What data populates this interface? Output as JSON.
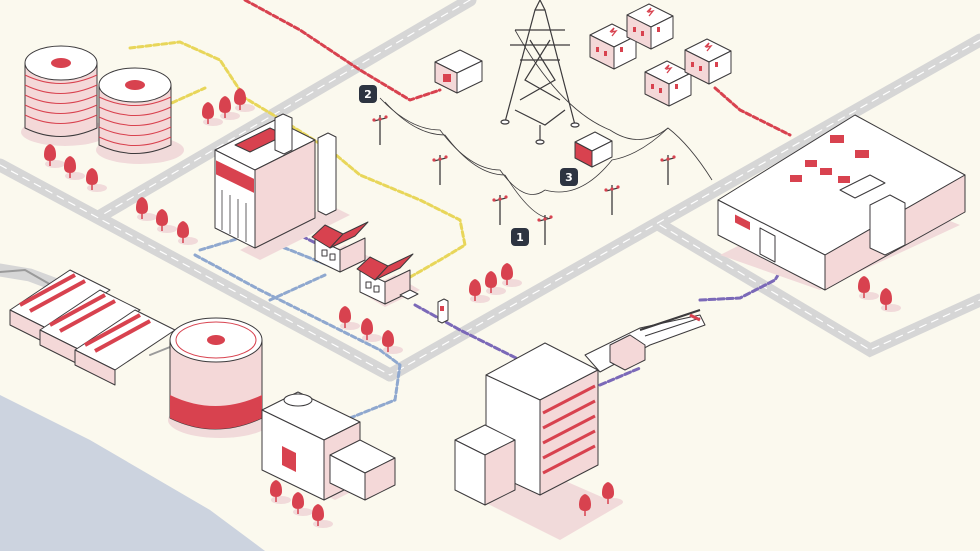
{
  "markers": [
    {
      "id": "marker-1",
      "label": "1"
    },
    {
      "id": "marker-2",
      "label": "2"
    },
    {
      "id": "marker-3",
      "label": "3"
    }
  ],
  "colors": {
    "background": "#fbf9ee",
    "road": "#d6d6d6",
    "road_dash": "#ffffff",
    "water": "#ccd3df",
    "accent_red": "#d8424f",
    "light_pink": "#f4d8d8",
    "mid_pink": "#efb7b9",
    "outline": "#3c3a3c",
    "line_yellow": "#e8d65a",
    "line_blue": "#8fa8cf",
    "line_purple": "#7b69b8",
    "line_red": "#d8424f",
    "marker_bg": "#2d3441"
  }
}
